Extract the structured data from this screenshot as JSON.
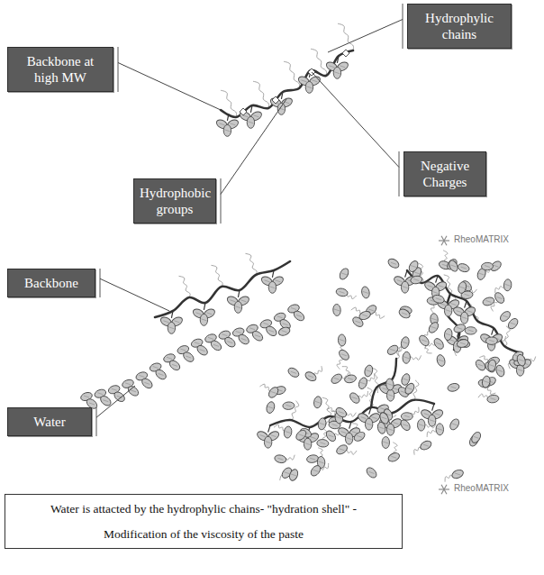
{
  "diagram": {
    "nodes": [
      {
        "text": [
          "Backbone at high MW"
        ]
      },
      {
        "text": [
          "Hydrophylic chains"
        ]
      },
      {
        "text": [
          "Negative Charges"
        ]
      },
      {
        "text": [
          "Hydrophobic groups"
        ]
      },
      {
        "text": [
          "Backbone"
        ]
      },
      {
        "text": [
          "Water"
        ]
      },
      {
        "text": [
          "Water is attacted by the hydrophylic chains- \"hydration shell\" -",
          "Modification of the viscosity of the paste"
        ]
      }
    ],
    "labels": [
      "RheoMATRIX",
      "RheoMATRIX"
    ]
  }
}
